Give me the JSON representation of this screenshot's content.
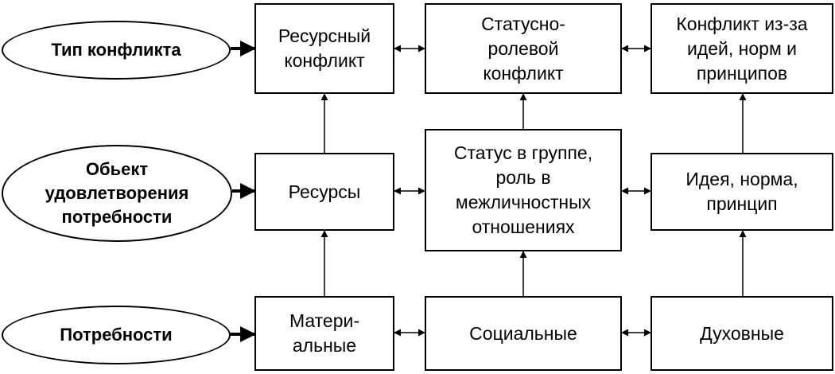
{
  "left_labels": {
    "conflict_type": [
      "Тип конфликта"
    ],
    "satisfaction_object": [
      "Обьект",
      "удовлетворения",
      "потребности"
    ],
    "needs": [
      "Потребности"
    ]
  },
  "row_conflict": {
    "resource": [
      "Ресурсный",
      "конфликт"
    ],
    "status_role": [
      "Статусно-",
      "ролевой",
      "конфликт"
    ],
    "ideas": [
      "Конфликт из-за",
      "идей, норм и",
      "принципов"
    ]
  },
  "row_object": {
    "resources": [
      "Ресурсы"
    ],
    "status": [
      "Статус в группе,",
      "роль в",
      "межличностных",
      "отношениях"
    ],
    "idea": [
      "Идея, норма,",
      "принцип"
    ]
  },
  "row_needs": {
    "material": [
      "Матери-",
      "альные"
    ],
    "social": [
      "Социальные"
    ],
    "spiritual": [
      "Духовные"
    ]
  }
}
